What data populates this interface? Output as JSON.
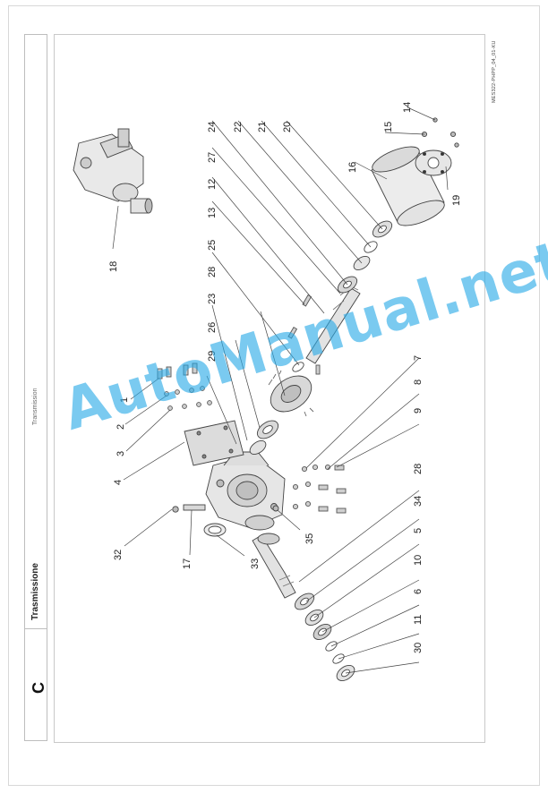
{
  "sidebar": {
    "section_letter": "C",
    "section_title": "Trasmissione"
  },
  "header": {
    "subtitle": "Transmission"
  },
  "doc_code": "MES322-PHPP_04_01-KU",
  "watermark": "AutoManual.net",
  "part_labels": {
    "p1": "1",
    "p2": "2",
    "p3": "3",
    "p4": "4",
    "p32": "32",
    "p17": "17",
    "p33": "33",
    "p35": "35",
    "p29": "29",
    "p26": "26",
    "p23": "23",
    "p28a": "28",
    "p25": "25",
    "p13": "13",
    "p12": "12",
    "p27": "27",
    "p24": "24",
    "p22": "22",
    "p21": "21",
    "p20": "20",
    "p16": "16",
    "p15": "15",
    "p14": "14",
    "p19": "19",
    "p18": "18",
    "p7": "7",
    "p8": "8",
    "p9": "9",
    "p28b": "28",
    "p34": "34",
    "p5": "5",
    "p10": "10",
    "p6": "6",
    "p11": "11",
    "p30": "30"
  }
}
